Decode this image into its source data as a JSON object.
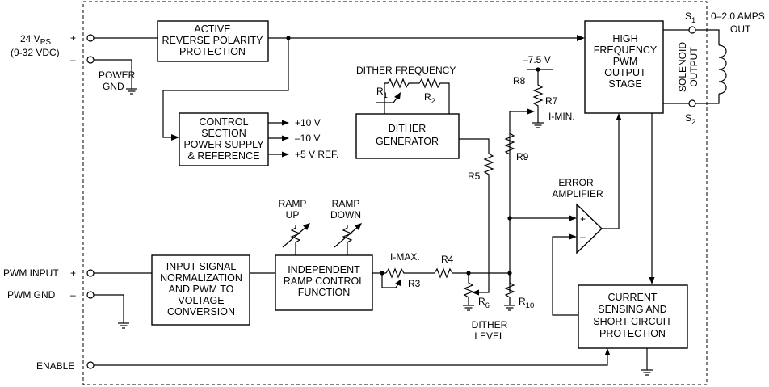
{
  "external": {
    "supply": {
      "label": "24 V",
      "sub": "PS",
      "range": "(9-32 VDC)",
      "plus": "+"
    },
    "power_gnd": {
      "minus": "–",
      "line1": "POWER",
      "line2": "GND"
    },
    "pwm_input": {
      "label": "PWM INPUT",
      "sign": "+"
    },
    "pwm_gnd": {
      "label": "PWM GND",
      "sign": "–"
    },
    "enable": {
      "label": "ENABLE"
    },
    "solenoid": {
      "s1": "S",
      "s1_sub": "1",
      "s2": "S",
      "s2_sub": "2",
      "amps": "0–2.0 AMPS",
      "out": "OUT",
      "label1": "SOLENOID",
      "label2": "OUTPUT"
    }
  },
  "blocks": {
    "reverse_polarity": [
      "ACTIVE",
      "REVERSE POLARITY",
      "PROTECTION"
    ],
    "control_section": [
      "CONTROL",
      "SECTION",
      "POWER SUPPLY",
      "& REFERENCE"
    ],
    "dither_generator": [
      "DITHER",
      "GENERATOR"
    ],
    "pwm_output": [
      "HIGH",
      "FREQUENCY",
      "PWM",
      "OUTPUT",
      "STAGE"
    ],
    "input_signal": [
      "INPUT SIGNAL",
      "NORMALIZATION",
      "AND PWM TO",
      "VOLTAGE",
      "CONVERSION"
    ],
    "ramp_control": [
      "INDEPENDENT",
      "RAMP CONTROL",
      "FUNCTION"
    ],
    "current_sensing": [
      "CURRENT",
      "SENSING AND",
      "SHORT CIRCUIT",
      "PROTECTION"
    ]
  },
  "supply_outputs": [
    "+10 V",
    "–10 V",
    "+5 V REF."
  ],
  "labels": {
    "dither_frequency": "DITHER FREQUENCY",
    "r1": "R",
    "r1_sub": "1",
    "r2": "R",
    "r2_sub": "2",
    "neg_7_5v": "–7.5 V",
    "r8": "R8",
    "r7": "R7",
    "i_min": "I-MIN.",
    "r5": "R5",
    "r9": "R9",
    "error_amplifier": [
      "ERROR",
      "AMPLIFIER"
    ],
    "plus": "+",
    "minus": "–",
    "ramp_up": [
      "RAMP",
      "UP"
    ],
    "ramp_down": [
      "RAMP",
      "DOWN"
    ],
    "i_max": "I-MAX.",
    "r3": "R3",
    "r4": "R4",
    "r6": "R",
    "r6_sub": "6",
    "r10": "R",
    "r10_sub": "10",
    "dither_level": [
      "DITHER",
      "LEVEL"
    ]
  }
}
